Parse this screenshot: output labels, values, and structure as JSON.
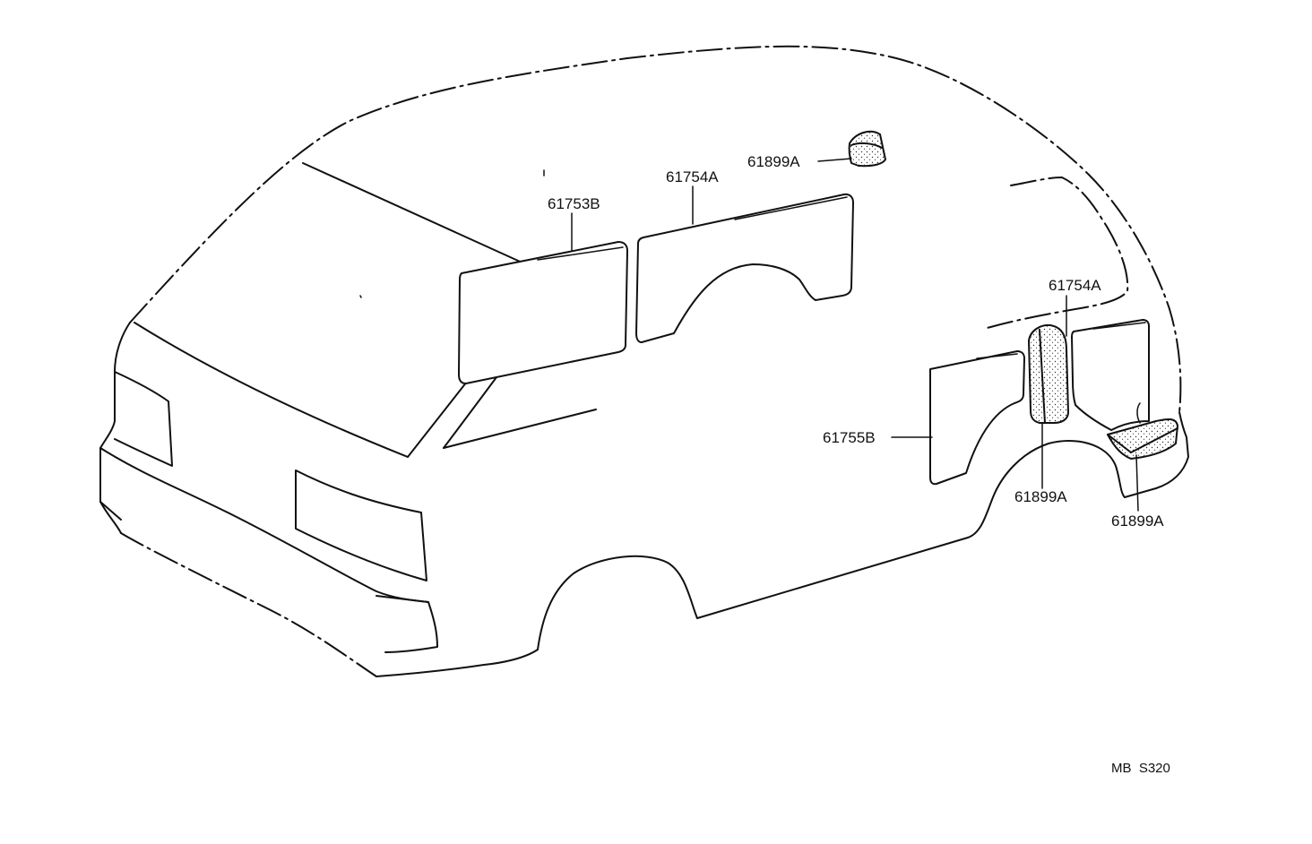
{
  "parts": [
    {
      "id": "61899A-roof",
      "label": "61899A"
    },
    {
      "id": "61754A-front",
      "label": "61754A"
    },
    {
      "id": "61753B",
      "label": "61753B"
    },
    {
      "id": "61754A-rear",
      "label": "61754A"
    },
    {
      "id": "61755B",
      "label": "61755B"
    },
    {
      "id": "61899A-pillar",
      "label": "61899A"
    },
    {
      "id": "61899A-corner",
      "label": "61899A"
    }
  ],
  "diagram_code": "MB  S320",
  "colors": {
    "line": "#111111",
    "background": "#ffffff"
  }
}
